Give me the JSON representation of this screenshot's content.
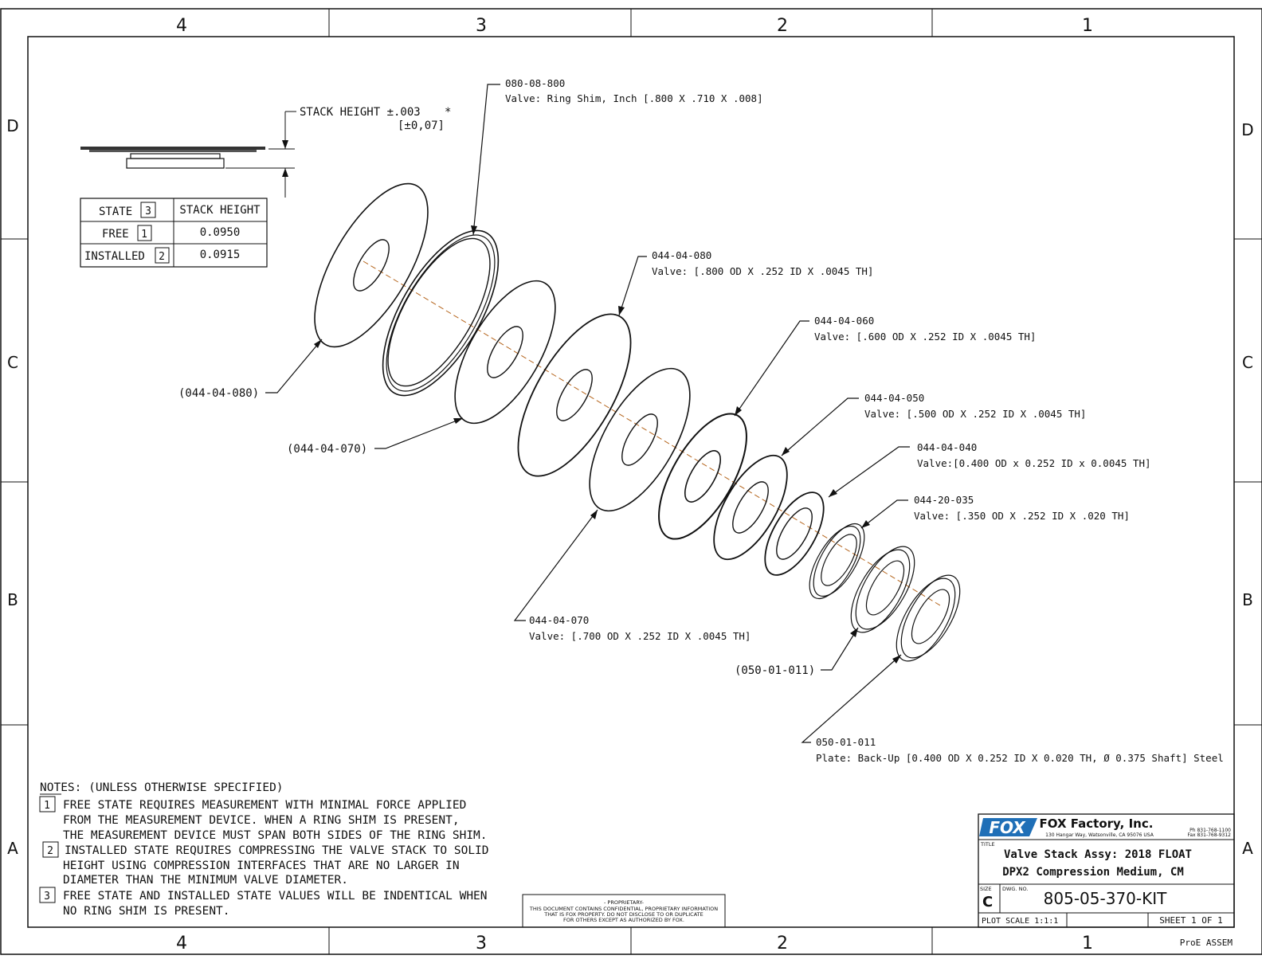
{
  "border": {
    "columns_top": [
      "4",
      "3",
      "2",
      "1"
    ],
    "columns_bottom": [
      "4",
      "3",
      "2",
      "1"
    ],
    "rows_left": [
      "D",
      "C",
      "B",
      "A"
    ],
    "rows_right": [
      "D",
      "C",
      "B",
      "A"
    ]
  },
  "stack_height": {
    "label": "STACK HEIGHT ±.003",
    "asterisk": "*",
    "metric": "[±0,07]"
  },
  "state_table": {
    "headers": [
      "STATE",
      "STACK HEIGHT"
    ],
    "header_flag": "3",
    "rows": [
      {
        "state": "FREE",
        "flag": "1",
        "height": "0.0950"
      },
      {
        "state": "INSTALLED",
        "flag": "2",
        "height": "0.0915"
      }
    ]
  },
  "callouts": [
    {
      "id": "080-08-800",
      "desc": "Valve: Ring Shim, Inch [.800 X .710 X .008]"
    },
    {
      "id": "044-04-080",
      "desc": "Valve: [.800 OD X .252 ID X .0045 TH]"
    },
    {
      "id": "044-04-060",
      "desc": "Valve: [.600 OD X .252 ID X .0045 TH]"
    },
    {
      "id": "044-04-050",
      "desc": "Valve: [.500 OD X .252 ID X .0045 TH]"
    },
    {
      "id": "044-04-040",
      "desc": "Valve:[0.400 OD x 0.252 ID x 0.0045 TH]"
    },
    {
      "id": "044-20-035",
      "desc": "Valve: [.350 OD X .252 ID X .020 TH]"
    },
    {
      "id": "044-04-070",
      "desc": "Valve: [.700 OD X .252 ID X .0045 TH]"
    },
    {
      "id": "050-01-011",
      "desc": "Plate: Back-Up [0.400 OD X 0.252 ID X 0.020 TH, Ø 0.375 Shaft] Steel"
    }
  ],
  "ref_callouts": [
    "(044-04-080)",
    "(044-04-070)",
    "(050-01-011)"
  ],
  "notes": {
    "title": "NOTES: (UNLESS OTHERWISE SPECIFIED)",
    "items": [
      {
        "num": "1",
        "lines": [
          "FREE STATE REQUIRES MEASUREMENT WITH MINIMAL FORCE APPLIED",
          "FROM THE MEASUREMENT DEVICE. WHEN A RING SHIM IS PRESENT,",
          "THE MEASUREMENT DEVICE MUST SPAN BOTH SIDES OF THE RING SHIM."
        ]
      },
      {
        "num": "2",
        "lines": [
          "INSTALLED STATE REQUIRES COMPRESSING THE VALVE STACK TO SOLID",
          "HEIGHT USING COMPRESSION INTERFACES THAT ARE NO LARGER IN",
          "DIAMETER THAN THE MINIMUM VALVE DIAMETER."
        ]
      },
      {
        "num": "3",
        "lines": [
          "FREE STATE AND INSTALLED STATE VALUES WILL BE INDENTICAL WHEN",
          "NO RING SHIM IS PRESENT."
        ]
      }
    ]
  },
  "proprietary": {
    "title": "- PROPRIETARY-",
    "lines": [
      "THIS DOCUMENT CONTAINS CONFIDENTIAL, PROPRIETARY INFORMATION",
      "THAT IS FOX PROPERTY.  DO NOT DISCLOSE TO OR DUPLICATE",
      "FOR OTHERS EXCEPT AS AUTHORIZED BY FOX."
    ]
  },
  "title_block": {
    "logo_text": "FOX",
    "company": "FOX Factory, Inc.",
    "address": "130 Hangar Way, Watsonville, CA 95076 USA",
    "phone": "Ph 831-768-1100",
    "fax": "Fax 831-768-9312",
    "title_label": "TITLE",
    "title_line1": "Valve Stack Assy: 2018 FLOAT",
    "title_line2": "DPX2 Compression Medium, CM",
    "size_label": "SIZE",
    "size": "C",
    "dwg_label": "DWG. NO.",
    "dwg_no": "805-05-370-KIT",
    "plot_scale": "PLOT SCALE 1:1:1",
    "sheet": "SHEET 1 OF 1",
    "assem": "ProE ASSEM"
  },
  "colors": {
    "ink": "#111111",
    "centerline": "#b5651d",
    "logo": "#1f6fb7"
  }
}
